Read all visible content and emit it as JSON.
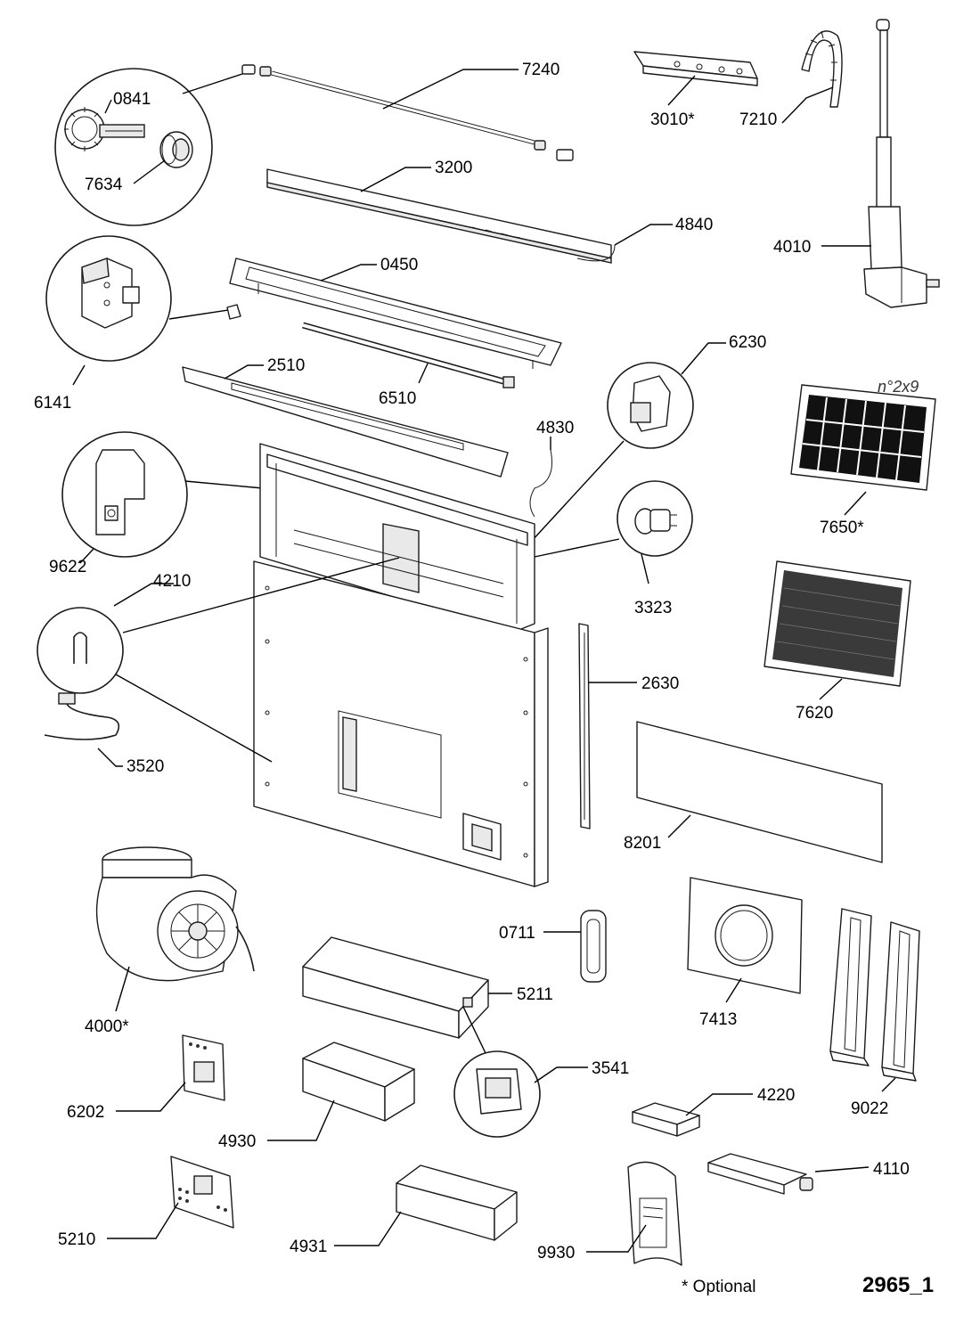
{
  "labels": {
    "p7240": "7240",
    "p0841": "0841",
    "p7634": "7634",
    "p3010": "3010*",
    "p7210": "7210",
    "p3200": "3200",
    "p4840": "4840",
    "p4010": "4010",
    "p0450": "0450",
    "p6141": "6141",
    "p2510": "2510",
    "p6510": "6510",
    "p6230": "6230",
    "p4830": "4830",
    "p9622": "9622",
    "p4210": "4210",
    "p3323": "3323",
    "p7650": "7650*",
    "p7620": "7620",
    "p2630": "2630",
    "p3520": "3520",
    "p8201": "8201",
    "p0711": "0711",
    "p5211": "5211",
    "p7413": "7413",
    "p4000": "4000*",
    "p3541": "3541",
    "p9022": "9022",
    "p6202": "6202",
    "p4220": "4220",
    "p4930": "4930",
    "p4110": "4110",
    "p5210": "5210",
    "p4931": "4931",
    "p9930": "9930"
  },
  "filter_quantity_note": "n°2x9",
  "footnote": "* Optional",
  "drawing_number": "2965_1"
}
